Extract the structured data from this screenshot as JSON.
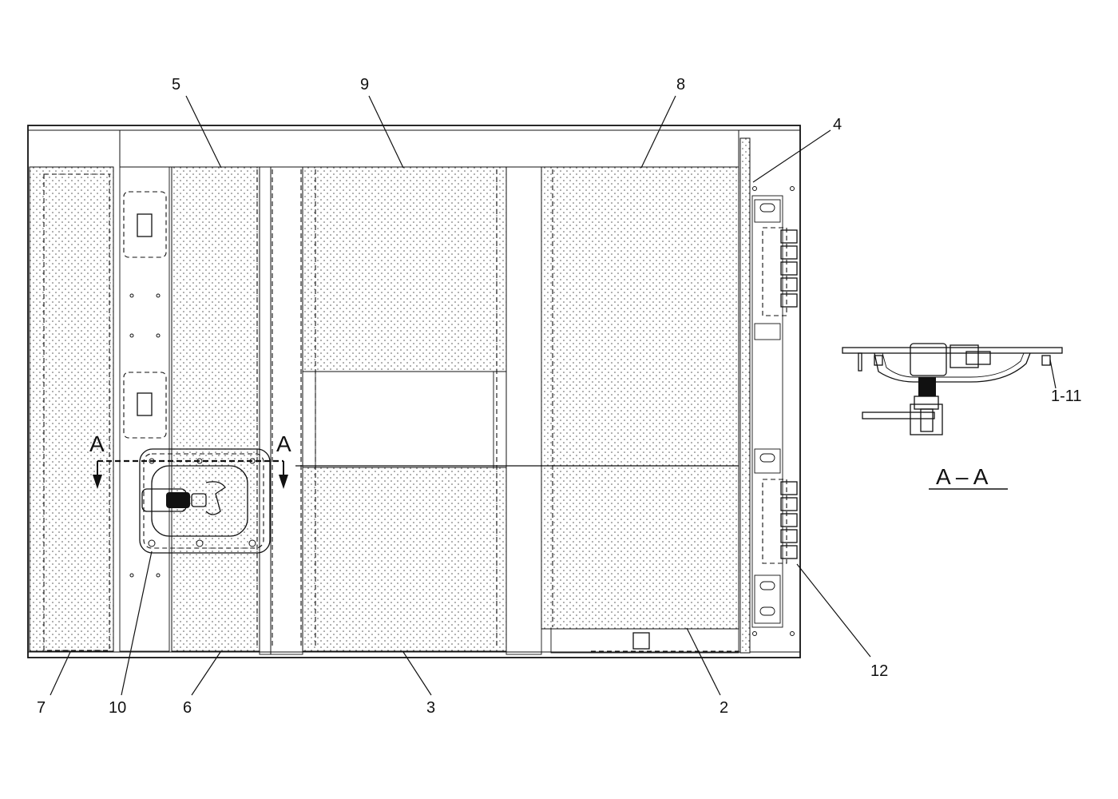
{
  "callouts": {
    "c1": "1-11",
    "c2": "2",
    "c3": "3",
    "c4": "4",
    "c5": "5",
    "c6": "6",
    "c7": "7",
    "c8": "8",
    "c9": "9",
    "c10": "10",
    "c12": "12"
  },
  "section": {
    "marker_left": "A",
    "marker_right": "A",
    "title": "A – A"
  }
}
